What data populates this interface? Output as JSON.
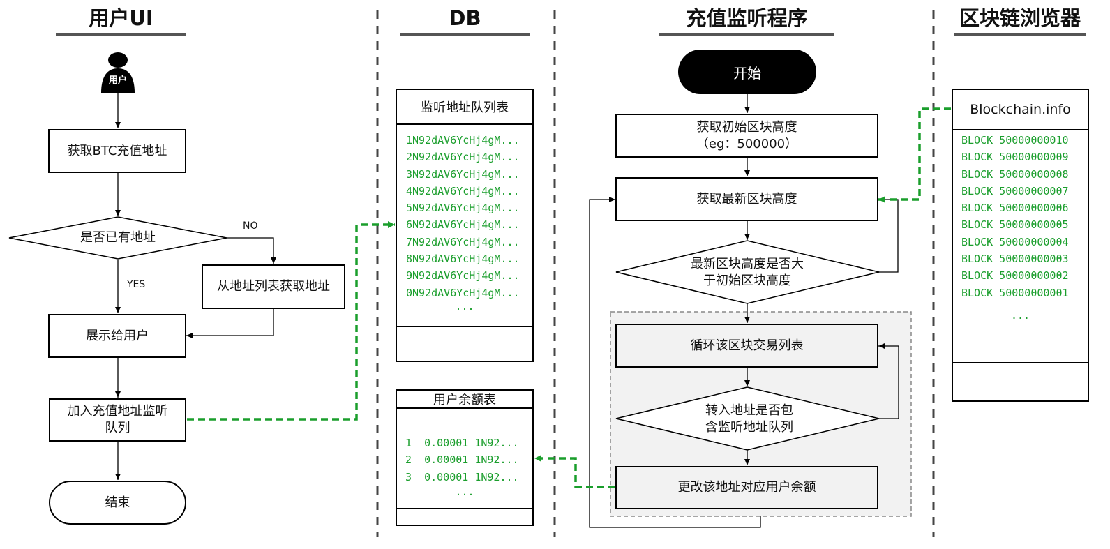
{
  "columns": {
    "user_ui": "用户UI",
    "db": "DB",
    "monitor": "充值监听程序",
    "explorer": "区块链浏览器"
  },
  "user_flow": {
    "user_label": "用户",
    "get_address": "获取BTC充值地址",
    "has_address": "是否已有地址",
    "no_label": "NO",
    "yes_label": "YES",
    "get_from_list": "从地址列表获取地址",
    "show_to_user": "展示给用户",
    "join_queue": "加入充值地址监听队列",
    "end": "结束"
  },
  "db": {
    "queue_title": "监听地址队列表",
    "queue_items": [
      "1N92dAV6YcHj4gM...",
      "2N92dAV6YcHj4gM...",
      "3N92dAV6YcHj4gM...",
      "4N92dAV6YcHj4gM...",
      "5N92dAV6YcHj4gM...",
      "6N92dAV6YcHj4gM...",
      "7N92dAV6YcHj4gM...",
      "8N92dAV6YcHj4gM...",
      "9N92dAV6YcHj4gM...",
      "0N92dAV6YcHj4gM..."
    ],
    "queue_more": "...",
    "balance_title": "用户余额表",
    "balance_items": [
      "1  0.00001 1N92...",
      "2  0.00001 1N92...",
      "3  0.00001 1N92..."
    ],
    "balance_more": "..."
  },
  "monitor_flow": {
    "start": "开始",
    "get_initial_height": "获取初始区块高度",
    "initial_example": "（eg：500000）",
    "get_latest_height": "获取最新区块高度",
    "compare": "最新区块高度是否大于初始区块高度",
    "loop_tx": "循环该区块交易列表",
    "contains": "转入地址是否包含监听地址队列",
    "update_balance": "更改该地址对应用户余额"
  },
  "explorer": {
    "title": "Blockchain.info",
    "blocks": [
      "BLOCK 50000000010",
      "BLOCK 50000000009",
      "BLOCK 50000000008",
      "BLOCK 50000000007",
      "BLOCK 50000000006",
      "BLOCK 50000000005",
      "BLOCK 50000000004",
      "BLOCK 50000000003",
      "BLOCK 50000000002",
      "BLOCK 50000000001"
    ],
    "more": "..."
  },
  "colors": {
    "connector_green": "#1a9e2c",
    "text_green": "#1a9e2c",
    "loop_area": "#f2f2f2"
  }
}
